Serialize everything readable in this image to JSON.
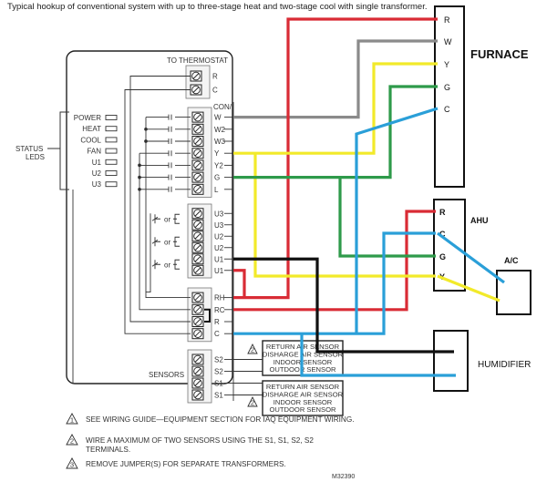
{
  "caption": "Typical hookup of conventional system with up to three-stage heat and two-stage cool with single transformer.",
  "panel": {
    "to_thermostat_label": "TO THERMOSTAT",
    "thermostat_terminals": [
      "R",
      "C"
    ],
    "con_label": "CON/",
    "control_terminals": [
      "W",
      "W2",
      "W3",
      "Y",
      "Y2",
      "G",
      "L"
    ],
    "aux_terminals": [
      "U3",
      "U3",
      "U2",
      "U2",
      "U1",
      "U1"
    ],
    "relay_or_label": "or",
    "power_terminals": [
      "RH",
      "RC",
      "R",
      "C"
    ],
    "sensors_label": "SENSORS",
    "sensor_terminals": [
      "S2",
      "S2",
      "S1",
      "S1"
    ]
  },
  "status_leds": {
    "label_line1": "STATUS",
    "label_line2": "LEDS",
    "items": [
      "POWER",
      "HEAT",
      "COOL",
      "FAN",
      "U1",
      "U2",
      "U3"
    ]
  },
  "furnace": {
    "title": "FURNACE",
    "terminals": [
      "R",
      "W",
      "Y",
      "G",
      "C"
    ]
  },
  "ahu": {
    "title": "AHU",
    "terminals": [
      "R",
      "C",
      "G",
      "Y"
    ]
  },
  "ac": {
    "title": "A/C"
  },
  "humidifier": {
    "title": "HUMIDIFIER"
  },
  "sensor_boxes": [
    {
      "marker": "2",
      "lines": [
        "RETURN AIR SENSOR",
        "DISHARGE AIR SENSOR",
        "INDOOR SENSOR",
        "OUTDOOR SENSOR"
      ]
    },
    {
      "marker": "2",
      "lines": [
        "RETURN AIR SENSOR",
        "DISHARGE AIR SENSOR",
        "INDOOR SENSOR",
        "OUTDOOR SENSOR"
      ]
    }
  ],
  "notes": [
    {
      "number": "1",
      "text_lines": [
        "SEE WIRING GUIDE—EQUIPMENT SECTION FOR IAQ EQUIPMENT WIRING."
      ]
    },
    {
      "number": "2",
      "text_lines": [
        "WIRE A MAXIMUM OF TWO SENSORS USING THE S1, S1, S2, S2",
        "TERMINALS."
      ]
    },
    {
      "number": "3",
      "text_lines": [
        "REMOVE JUMPER(S) FOR SEPARATE TRANSFORMERS."
      ]
    }
  ],
  "figure_id": "M32390",
  "wire_colors": {
    "red": "#d92b35",
    "white": "#8a8a8a",
    "yellow": "#f2ea2a",
    "green": "#2e9a4a",
    "blue": "#2a9fd8",
    "black": "#111111"
  }
}
